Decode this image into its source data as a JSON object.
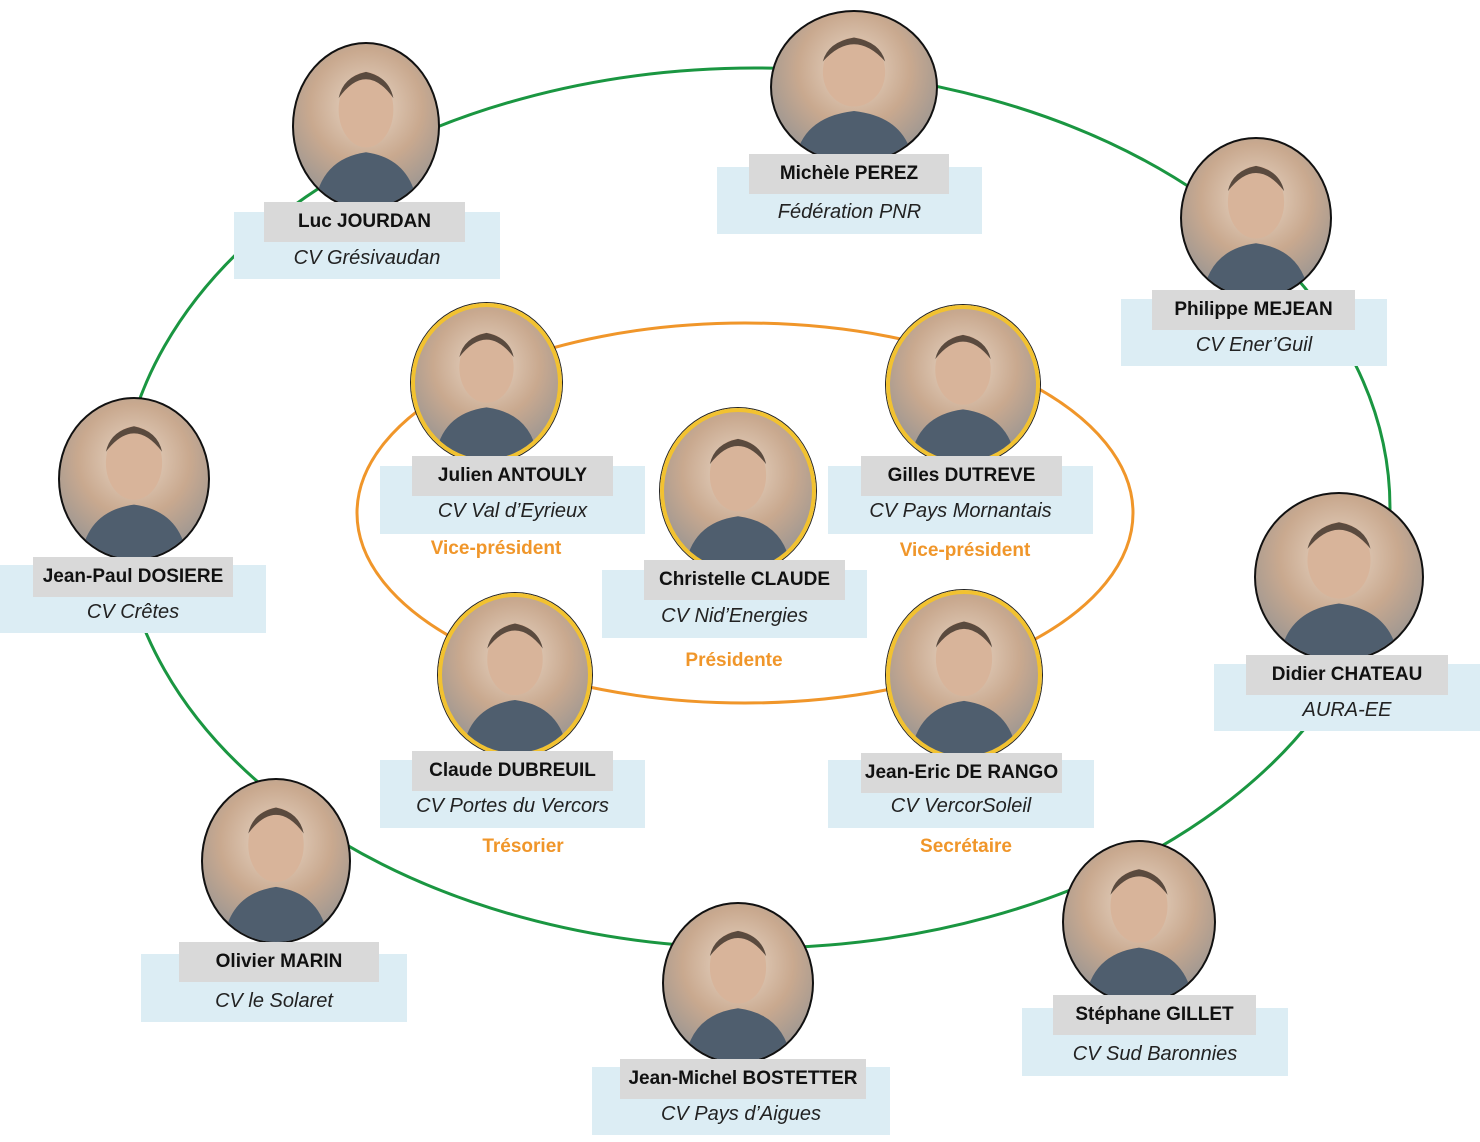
{
  "colors": {
    "outer_ring": "#1a9641",
    "inner_ring": "#f0962a",
    "role_text": "#f0962a",
    "card_bg": "#dcedf4",
    "name_bg": "#d9d9d9"
  },
  "members": {
    "michele": {
      "name": "Michèle PEREZ",
      "org": "Fédération PNR"
    },
    "luc": {
      "name": "Luc JOURDAN",
      "org": "CV Grésivaudan"
    },
    "philippe": {
      "name": "Philippe MEJEAN",
      "org": "CV Ener’Guil"
    },
    "jeanpaul": {
      "name": "Jean-Paul DOSIERE",
      "org": "CV Crêtes"
    },
    "didier": {
      "name": "Didier CHATEAU",
      "org": "AURA-EE"
    },
    "olivier": {
      "name": "Olivier MARIN",
      "org": "CV le Solaret"
    },
    "jeanmichel": {
      "name": "Jean-Michel BOSTETTER",
      "org": "CV Pays d’Aigues"
    },
    "stephane": {
      "name": "Stéphane GILLET",
      "org": "CV Sud Baronnies"
    },
    "julien": {
      "name": "Julien ANTOULY",
      "org": "CV Val d’Eyrieux",
      "role": "Vice-président"
    },
    "gilles": {
      "name": "Gilles DUTREVE",
      "org": "CV Pays Mornantais",
      "role": "Vice-président"
    },
    "christelle": {
      "name": "Christelle CLAUDE",
      "org": "CV Nid’Energies",
      "role": "Présidente"
    },
    "claude": {
      "name": "Claude DUBREUIL",
      "org": "CV Portes du Vercors",
      "role": "Trésorier"
    },
    "jeaneric": {
      "name": "Jean-Eric DE RANGO",
      "org": "CV VercorSoleil",
      "role": "Secrétaire"
    }
  }
}
